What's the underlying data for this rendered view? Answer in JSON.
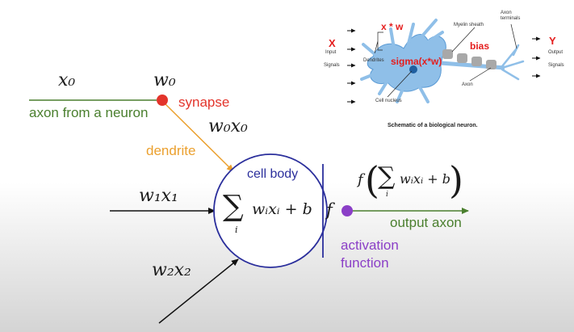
{
  "colors": {
    "axon_green": "#4a7f2e",
    "synapse_red": "#e3342b",
    "dendrite_orange": "#eba02e",
    "cell_blue": "#2b2f9c",
    "activation_purple": "#8b3fc7",
    "overlay_red": "#e41e1e",
    "neuron_blue": "#8fbfe8"
  },
  "artificial": {
    "x0": "x₀",
    "w0": "w₀",
    "w0x0": "w₀x₀",
    "axon_from_neuron": "axon from a neuron",
    "synapse": "synapse",
    "dendrite": "dendrite",
    "cell_body": "cell body",
    "w1x1": "w₁x₁",
    "w2x2": "w₂x₂",
    "sum_symbol": "∑",
    "sum_index": "i",
    "sum_body": "wᵢxᵢ + b",
    "f": "f",
    "output_f": "f",
    "output_sum_body": "wᵢxᵢ + b",
    "output_axon": "output axon",
    "activation": "activation",
    "function": "function"
  },
  "biological": {
    "x_label": "X",
    "input": "Input",
    "signals_left": "Signals",
    "dendrites": "Dendrites",
    "cell_nucleus": "Cell nucleus",
    "myelin_sheath": "Myelin sheath",
    "axon": "Axon",
    "axon_terminals_1": "Axon",
    "axon_terminals_2": "terminals",
    "y_label": "Y",
    "output": "Output",
    "signals_right": "Signals",
    "caption": "Schematic of a biological neuron.",
    "overlay_xw": "x * w",
    "overlay_bias": "bias",
    "overlay_sigma": "sigma(x*w)"
  }
}
